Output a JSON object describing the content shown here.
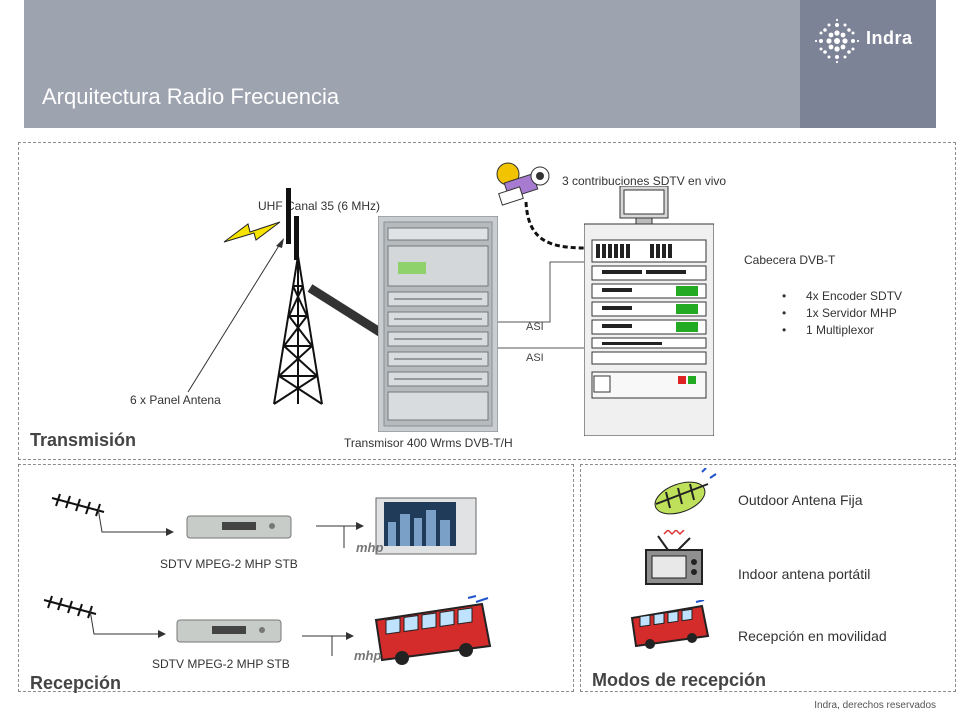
{
  "header": {
    "title": "Arquitectura Radio Frecuencia",
    "logo": "Indra"
  },
  "transmission": {
    "section_label": "Transmisión",
    "uhf_label": "UHF Canal 35 (6 MHz)",
    "antenna_label": "6 x Panel Antena",
    "transmitter_label": "Transmisor 400 Wrms DVB-T/H",
    "contributions_label": "3 contribuciones SDTV en vivo",
    "asi_top": "ASI",
    "asi_bottom": "ASI",
    "headend_title": "Cabecera DVB-T",
    "headend_items": [
      "4x Encoder SDTV",
      "1x Servidor MHP",
      "1 Multiplexor"
    ]
  },
  "reception": {
    "section_label": "Recepción",
    "stb_label_top": "SDTV MPEG-2 MHP STB",
    "stb_label_bottom": "SDTV MPEG-2 MHP STB",
    "mhp_logo": "mhp"
  },
  "modes": {
    "section_label": "Modos de recepción",
    "items": [
      "Outdoor Antena Fija",
      "Indoor antena portátil",
      "Recepción en movilidad"
    ]
  },
  "footer": {
    "text": "Indra, derechos reservados"
  },
  "colors": {
    "header_bg": "#9ea3b0",
    "logo_bg": "#7d8396",
    "dash_border": "#8c8c8c"
  }
}
